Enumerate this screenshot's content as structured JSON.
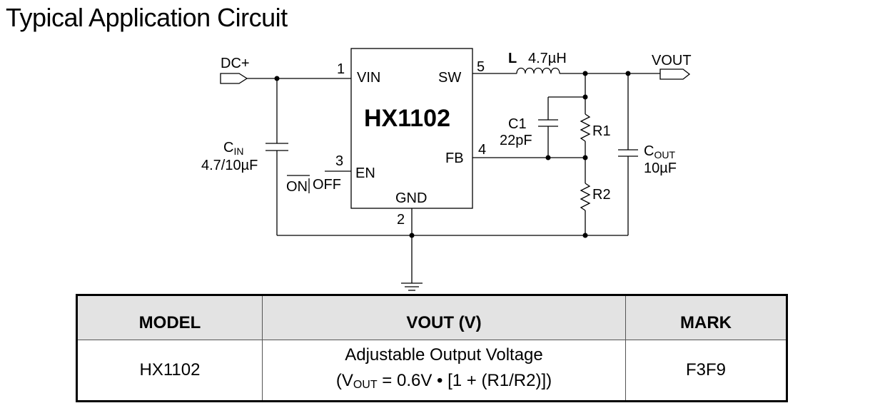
{
  "page": {
    "title": "Typical Application Circuit"
  },
  "circuit": {
    "chip_name": "HX1102",
    "pins": [
      {
        "number": "1",
        "name": "VIN"
      },
      {
        "number": "5",
        "name": "SW"
      },
      {
        "number": "4",
        "name": "FB"
      },
      {
        "number": "3",
        "name": "EN"
      },
      {
        "number": "2",
        "name": "GND"
      }
    ],
    "input_port": "DC+",
    "output_port": "VOUT",
    "inductor": {
      "name": "L",
      "value": "4.7µH"
    },
    "c1": {
      "name": "C1",
      "value": "22pF"
    },
    "r1": "R1",
    "r2": "R2",
    "cin": {
      "name": "C",
      "subscript": "IN",
      "value": "4.7/10µF"
    },
    "cout": {
      "name": "C",
      "subscript": "OUT",
      "value": "10µF"
    },
    "en_on": "ON",
    "en_off": "OFF"
  },
  "table": {
    "headers": [
      "MODEL",
      "VOUT (V)",
      "MARK"
    ],
    "row": {
      "model": "HX1102",
      "vout_line1": "Adjustable Output Voltage",
      "vout_formula_prefix": "(V",
      "vout_formula_sub": "OUT",
      "vout_formula_rest": " = 0.6V • [1 + (R1/R2)])",
      "mark": "F3F9"
    }
  }
}
